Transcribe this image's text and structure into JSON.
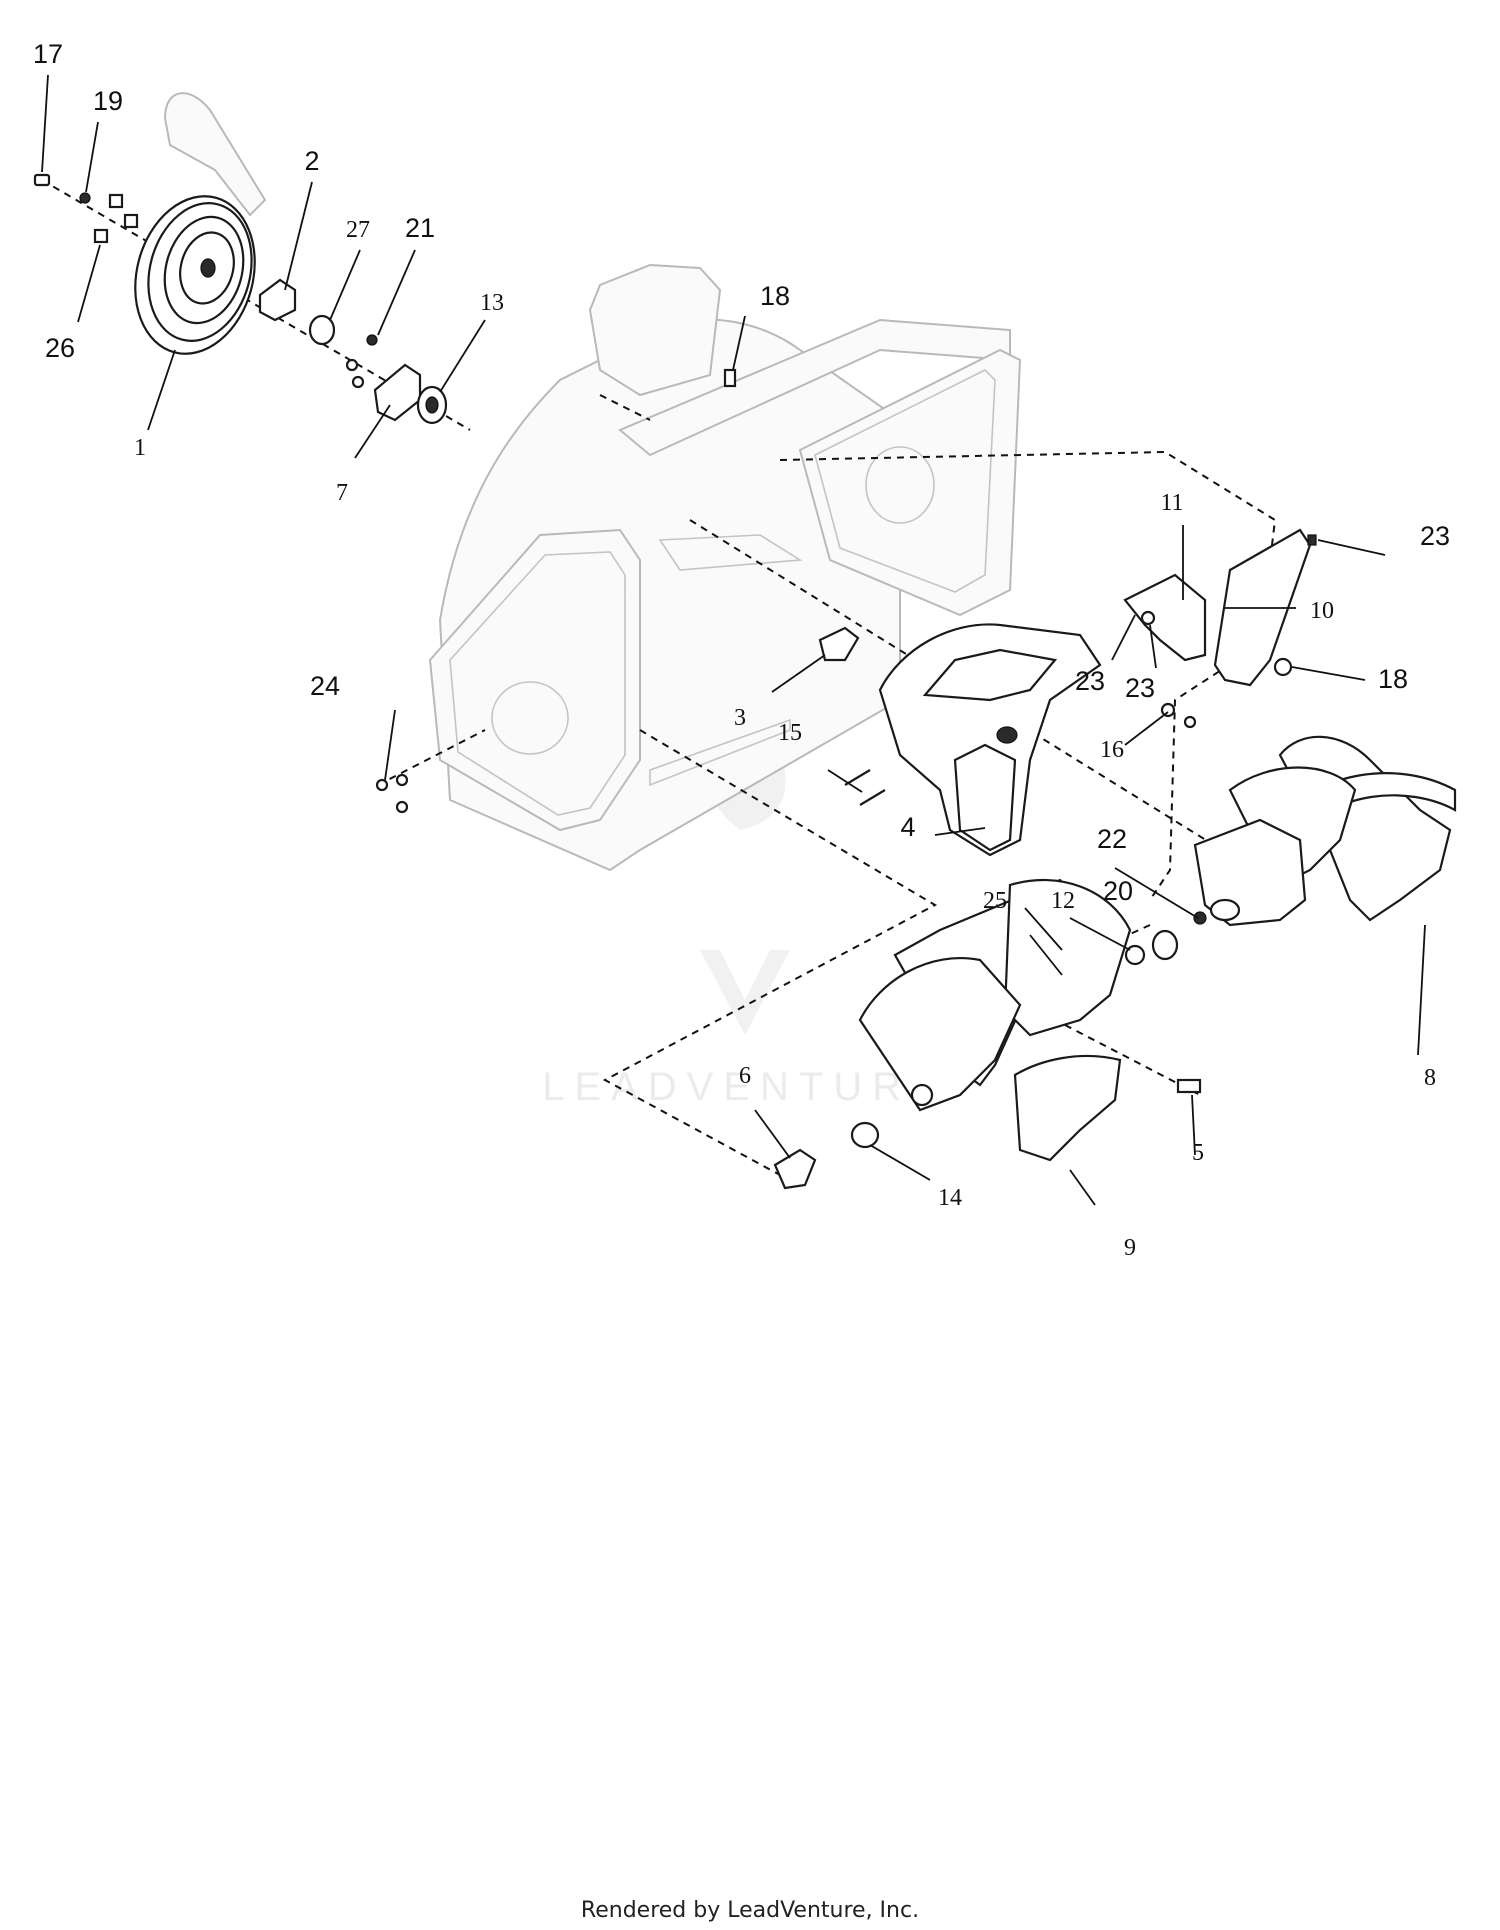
{
  "labels": {
    "p1": "1",
    "p2": "2",
    "p3": "3",
    "p4": "4",
    "p5": "5",
    "p6": "6",
    "p7": "7",
    "p8": "8",
    "p9": "9",
    "p10": "10",
    "p11": "11",
    "p12": "12",
    "p13": "13",
    "p14": "14",
    "p15": "15",
    "p16": "16",
    "p17": "17",
    "p18a": "18",
    "p18b": "18",
    "p19": "19",
    "p20": "20",
    "p21": "21",
    "p22": "22",
    "p23a": "23",
    "p23b": "23",
    "p23c": "23",
    "p24": "24",
    "p25": "25",
    "p26": "26",
    "p27": "27"
  },
  "watermark": "LEADVENTURE",
  "footer": "Rendered by LeadVenture, Inc."
}
